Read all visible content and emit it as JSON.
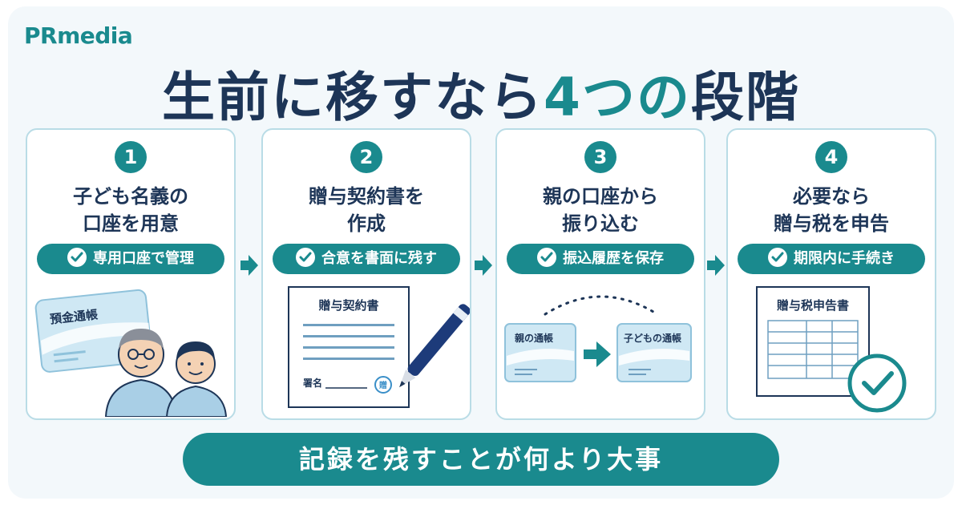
{
  "brand": {
    "logo_pr": "PR",
    "logo_media": "media"
  },
  "title": {
    "main": "生前に移すなら",
    "accent": "4つの",
    "end": "段階"
  },
  "steps": [
    {
      "number": "1",
      "title": "子ども名義の\n口座を用意",
      "pill": "専用口座で管理",
      "illustration_label": "預金通帳"
    },
    {
      "number": "2",
      "title": "贈与契約書を\n作成",
      "pill": "合意を書面に残す",
      "doc_title": "贈与契約書",
      "sign_label": "署名",
      "seal": "贈"
    },
    {
      "number": "3",
      "title": "親の口座から\n振り込む",
      "pill": "振込履歴を保存",
      "from_book": "親の通帳",
      "to_book": "子どもの通帳"
    },
    {
      "number": "4",
      "title": "必要なら\n贈与税を申告",
      "pill": "期限内に手続き",
      "doc_title": "贈与税申告書"
    }
  ],
  "footer": {
    "message": "記録を残すことが何より大事"
  },
  "colors": {
    "teal": "#1a8a8e",
    "navy": "#1d3557",
    "card_border": "#b9dce6",
    "background": "#f3f8fb"
  }
}
